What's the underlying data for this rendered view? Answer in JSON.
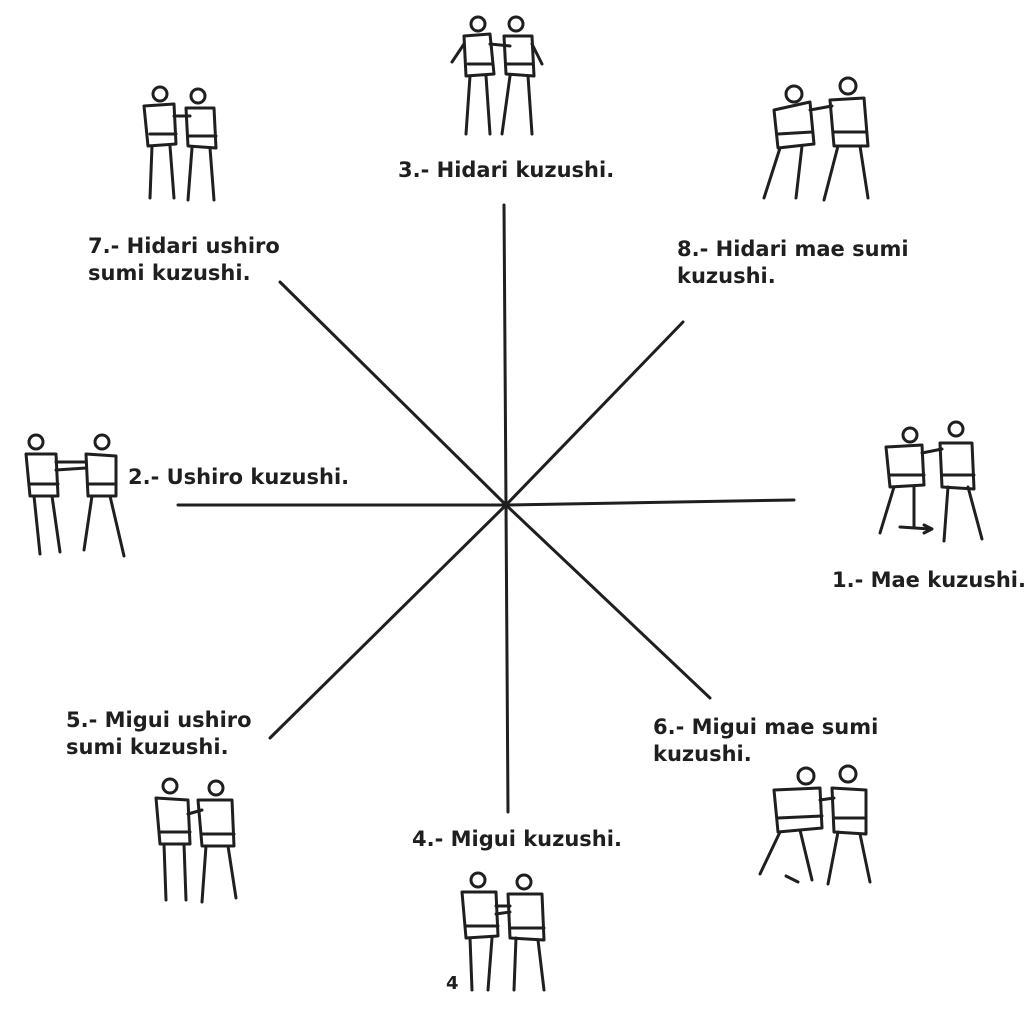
{
  "diagram": {
    "directions": [
      {
        "id": "mae",
        "lines": [
          "1.- Mae kuzushi."
        ]
      },
      {
        "id": "ushiro",
        "lines": [
          "2.- Ushiro kuzushi."
        ]
      },
      {
        "id": "hidari",
        "lines": [
          "3.- Hidari kuzushi."
        ]
      },
      {
        "id": "migui",
        "lines": [
          "4.- Migui kuzushi."
        ]
      },
      {
        "id": "migui-ushiro-sumi",
        "lines": [
          "5.- Migui ushiro",
          "sumi kuzushi."
        ]
      },
      {
        "id": "migui-mae-sumi",
        "lines": [
          "6.- Migui mae sumi",
          "kuzushi."
        ]
      },
      {
        "id": "hidari-ushiro-sumi",
        "lines": [
          "7.- Hidari ushiro",
          "sumi kuzushi."
        ]
      },
      {
        "id": "hidari-mae-sumi",
        "lines": [
          "8.- Hidari mae sumi",
          "kuzushi."
        ]
      }
    ],
    "stray_mark": "4",
    "colors": {
      "ink": "#1f1f1f",
      "paper": "#ffffff"
    }
  }
}
